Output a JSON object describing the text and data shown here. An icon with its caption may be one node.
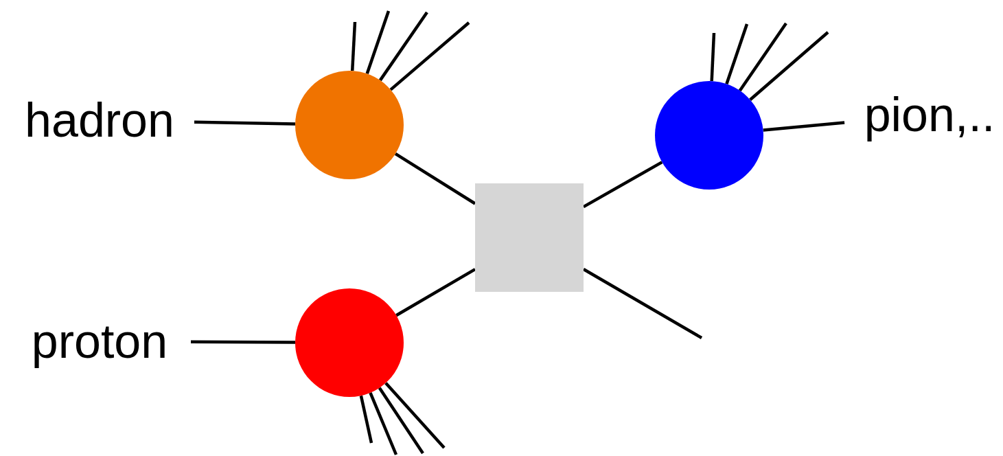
{
  "diagram": {
    "nodes": [
      {
        "text": [
          "hadron"
        ]
      },
      {
        "text": [],
        "shape": "circle"
      },
      {
        "text": [],
        "shape": "circle"
      },
      {
        "text": [
          "pion,.."
        ]
      },
      {
        "text": [],
        "shape": "box"
      },
      {
        "text": [
          "proton"
        ]
      },
      {
        "text": [],
        "shape": "circle"
      }
    ],
    "edges": [
      {
        "from": 0,
        "to": 1,
        "arrow": "none"
      },
      {
        "from": 1,
        "to": 4,
        "arrow": "none"
      },
      {
        "from": 4,
        "to": 2,
        "arrow": "none"
      },
      {
        "from": 2,
        "to": 3,
        "arrow": "none"
      },
      {
        "from": 5,
        "to": 6,
        "arrow": "none"
      },
      {
        "from": 6,
        "to": 4,
        "arrow": "none"
      },
      {
        "from": 4,
        "to": null,
        "arrow": "none"
      },
      {
        "from": 1,
        "to": null,
        "arrow": "none"
      },
      {
        "from": 1,
        "to": null,
        "arrow": "none"
      },
      {
        "from": 1,
        "to": null,
        "arrow": "none"
      },
      {
        "from": 1,
        "to": null,
        "arrow": "none"
      },
      {
        "from": 2,
        "to": null,
        "arrow": "none"
      },
      {
        "from": 2,
        "to": null,
        "arrow": "none"
      },
      {
        "from": 2,
        "to": null,
        "arrow": "none"
      },
      {
        "from": 2,
        "to": null,
        "arrow": "none"
      },
      {
        "from": 6,
        "to": null,
        "arrow": "none"
      },
      {
        "from": 6,
        "to": null,
        "arrow": "none"
      },
      {
        "from": 6,
        "to": null,
        "arrow": "none"
      },
      {
        "from": 6,
        "to": null,
        "arrow": "none"
      }
    ]
  }
}
